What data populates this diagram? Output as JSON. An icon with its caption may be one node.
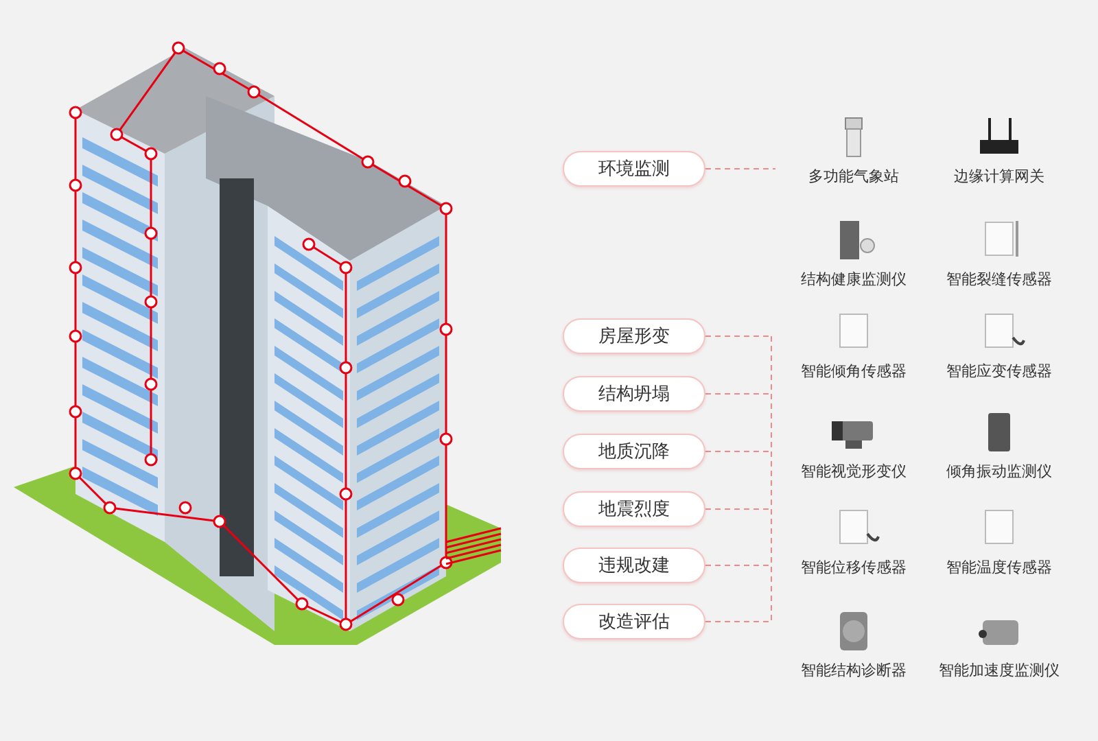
{
  "diagram": {
    "nodes": [
      {
        "text": [
          "环境监测"
        ]
      },
      {
        "text": [
          "房屋形变"
        ]
      },
      {
        "text": [
          "结构坍塌"
        ]
      },
      {
        "text": [
          "地质沉降"
        ]
      },
      {
        "text": [
          "地震烈度"
        ]
      },
      {
        "text": [
          "违规改建"
        ]
      },
      {
        "text": [
          "改造评估"
        ]
      },
      {
        "text": [
          "多功能气象站"
        ]
      },
      {
        "text": [
          "边缘计算网关"
        ]
      },
      {
        "text": [
          "结构健康监测仪"
        ]
      },
      {
        "text": [
          "智能裂缝传感器"
        ]
      },
      {
        "text": [
          "智能倾角传感器"
        ]
      },
      {
        "text": [
          "智能应变传感器"
        ]
      },
      {
        "text": [
          "智能视觉形变仪"
        ]
      },
      {
        "text": [
          "倾角振动监测仪"
        ]
      },
      {
        "text": [
          "智能位移传感器"
        ]
      },
      {
        "text": [
          "智能温度传感器"
        ]
      },
      {
        "text": [
          "智能结构诊断器"
        ]
      },
      {
        "text": [
          "智能加速度监测仪"
        ]
      }
    ],
    "edges": [
      {
        "from": 0,
        "to": null,
        "arrow": "none",
        "style": "dashed"
      },
      {
        "from": 1,
        "to": null,
        "arrow": "none",
        "style": "dashed"
      },
      {
        "from": 2,
        "to": null,
        "arrow": "none",
        "style": "dashed"
      },
      {
        "from": 3,
        "to": null,
        "arrow": "none",
        "style": "dashed"
      },
      {
        "from": 4,
        "to": null,
        "arrow": "none",
        "style": "dashed"
      },
      {
        "from": 5,
        "to": null,
        "arrow": "none",
        "style": "dashed"
      },
      {
        "from": 6,
        "to": null,
        "arrow": "none",
        "style": "dashed"
      }
    ]
  }
}
